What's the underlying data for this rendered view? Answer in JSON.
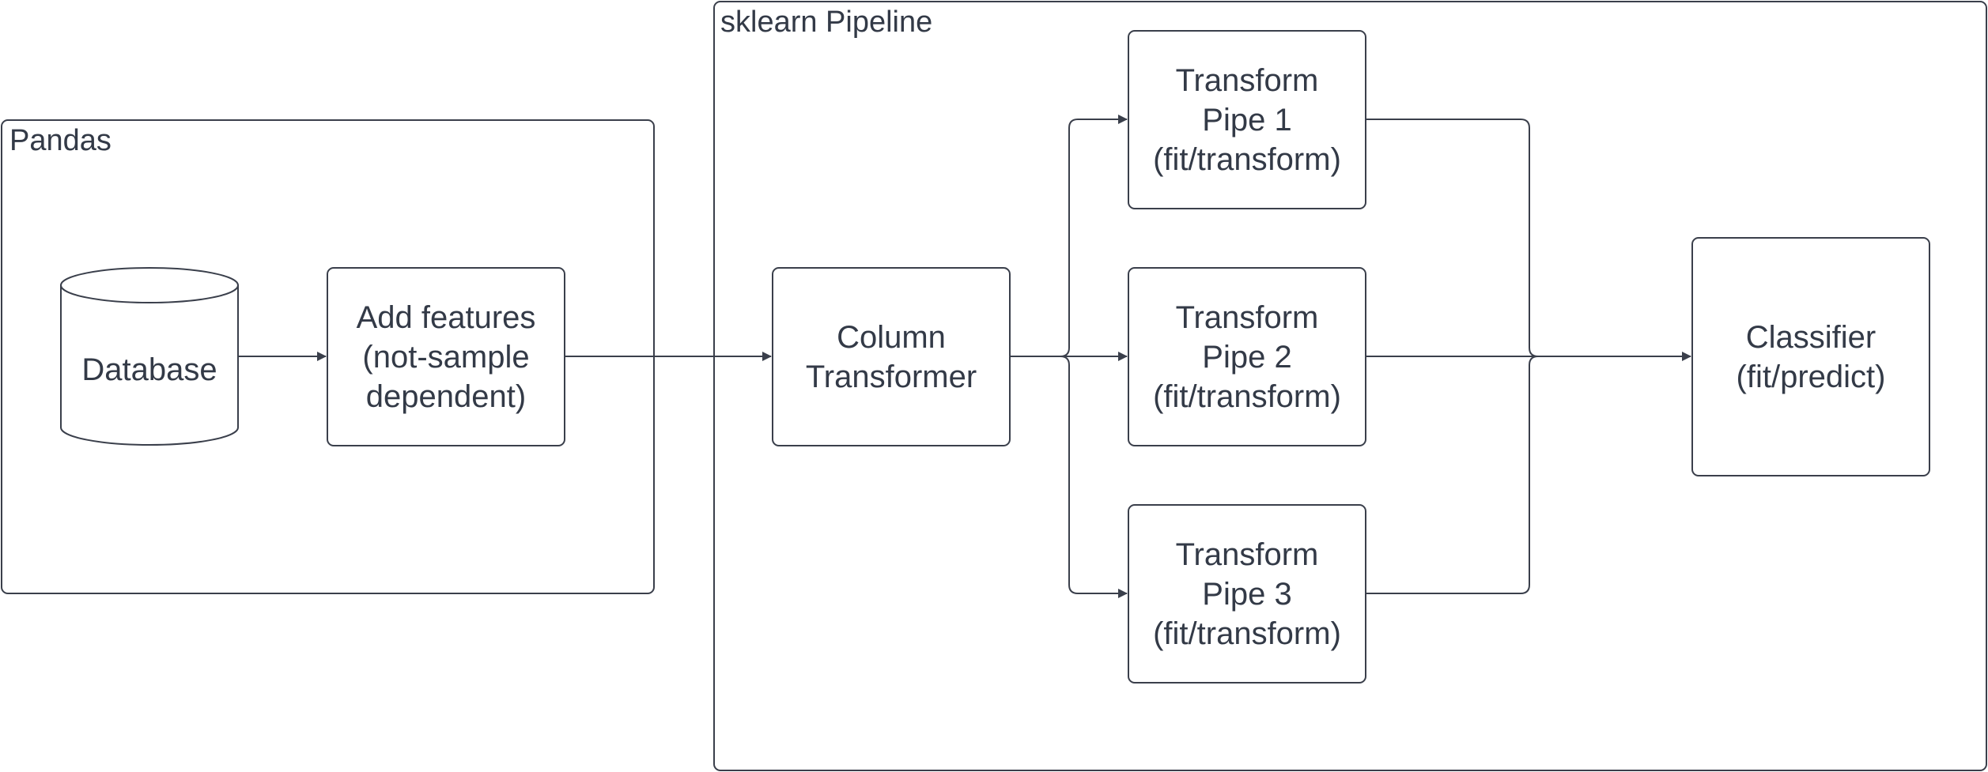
{
  "colors": {
    "stroke": "#3a3f4b",
    "text": "#333a47",
    "background": "#ffffff"
  },
  "containers": {
    "pandas": {
      "label": "Pandas"
    },
    "sklearn": {
      "label": "sklearn Pipeline"
    }
  },
  "nodes": {
    "database": {
      "label": "Database",
      "shape": "cylinder"
    },
    "add_features": {
      "label": "Add features\n(not-sample\ndependent)"
    },
    "column_transformer": {
      "label": "Column\nTransformer"
    },
    "pipe1": {
      "label": "Transform\nPipe 1\n(fit/transform)"
    },
    "pipe2": {
      "label": "Transform\nPipe 2\n(fit/transform)"
    },
    "pipe3": {
      "label": "Transform\nPipe 3\n(fit/transform)"
    },
    "classifier": {
      "label": "Classifier\n(fit/predict)"
    }
  },
  "edges": [
    {
      "from": "database",
      "to": "add_features"
    },
    {
      "from": "add_features",
      "to": "column_transformer"
    },
    {
      "from": "column_transformer",
      "to": "pipe1"
    },
    {
      "from": "column_transformer",
      "to": "pipe2"
    },
    {
      "from": "column_transformer",
      "to": "pipe3"
    },
    {
      "from": "pipe1",
      "to": "classifier"
    },
    {
      "from": "pipe2",
      "to": "classifier"
    },
    {
      "from": "pipe3",
      "to": "classifier"
    }
  ]
}
